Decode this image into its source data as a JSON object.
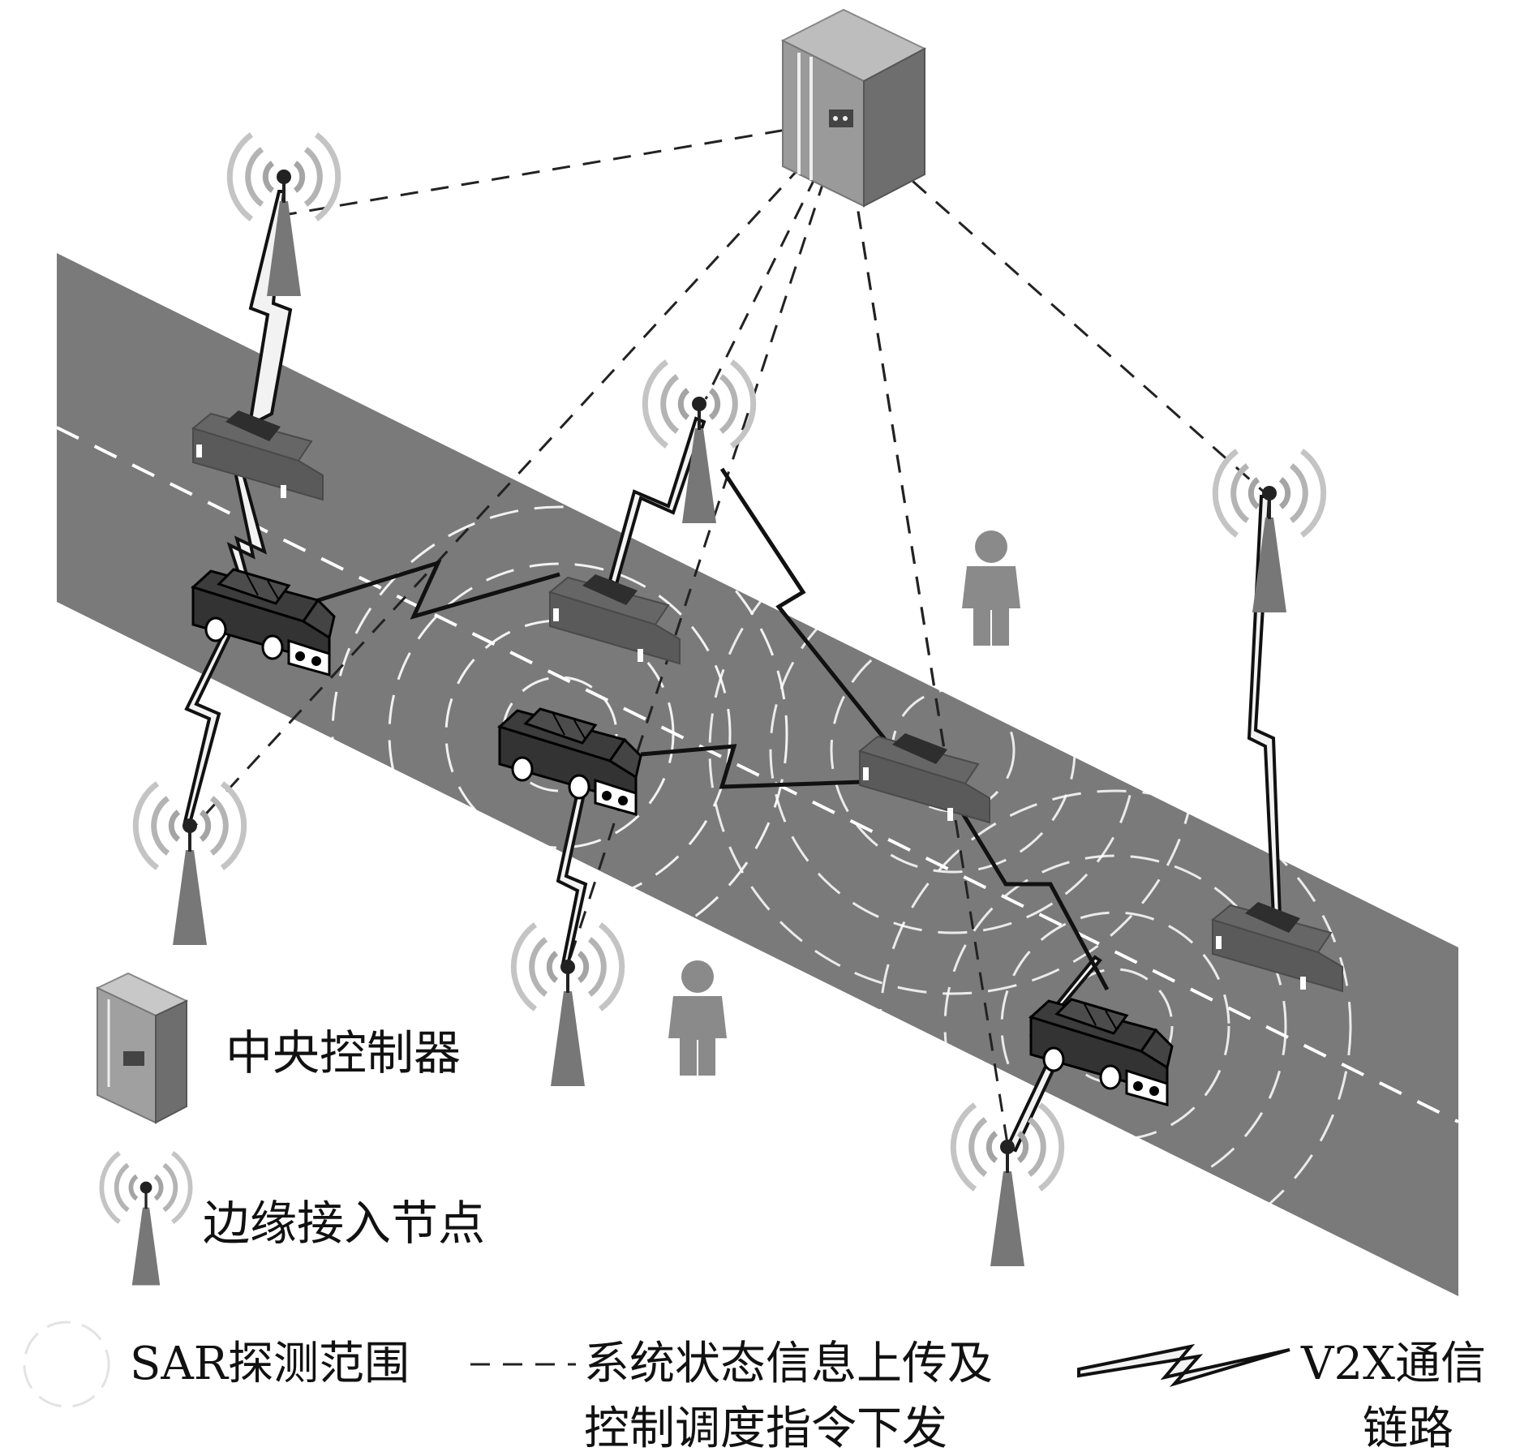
{
  "legend": {
    "controller_label": "中央控制器",
    "edge_node_label": "边缘接入节点",
    "sar_label": "SAR探测范围",
    "status_line1": "系统状态信息上传及",
    "status_line2": "控制调度指令下发",
    "v2x_line1": "V2X通信",
    "v2x_line2": "链路"
  },
  "colors": {
    "road": "#7a7a7a",
    "dark_car": "#3a3a3a",
    "tower": "#777777",
    "ring": "#bdbdbd",
    "person": "#8a8a8a"
  }
}
